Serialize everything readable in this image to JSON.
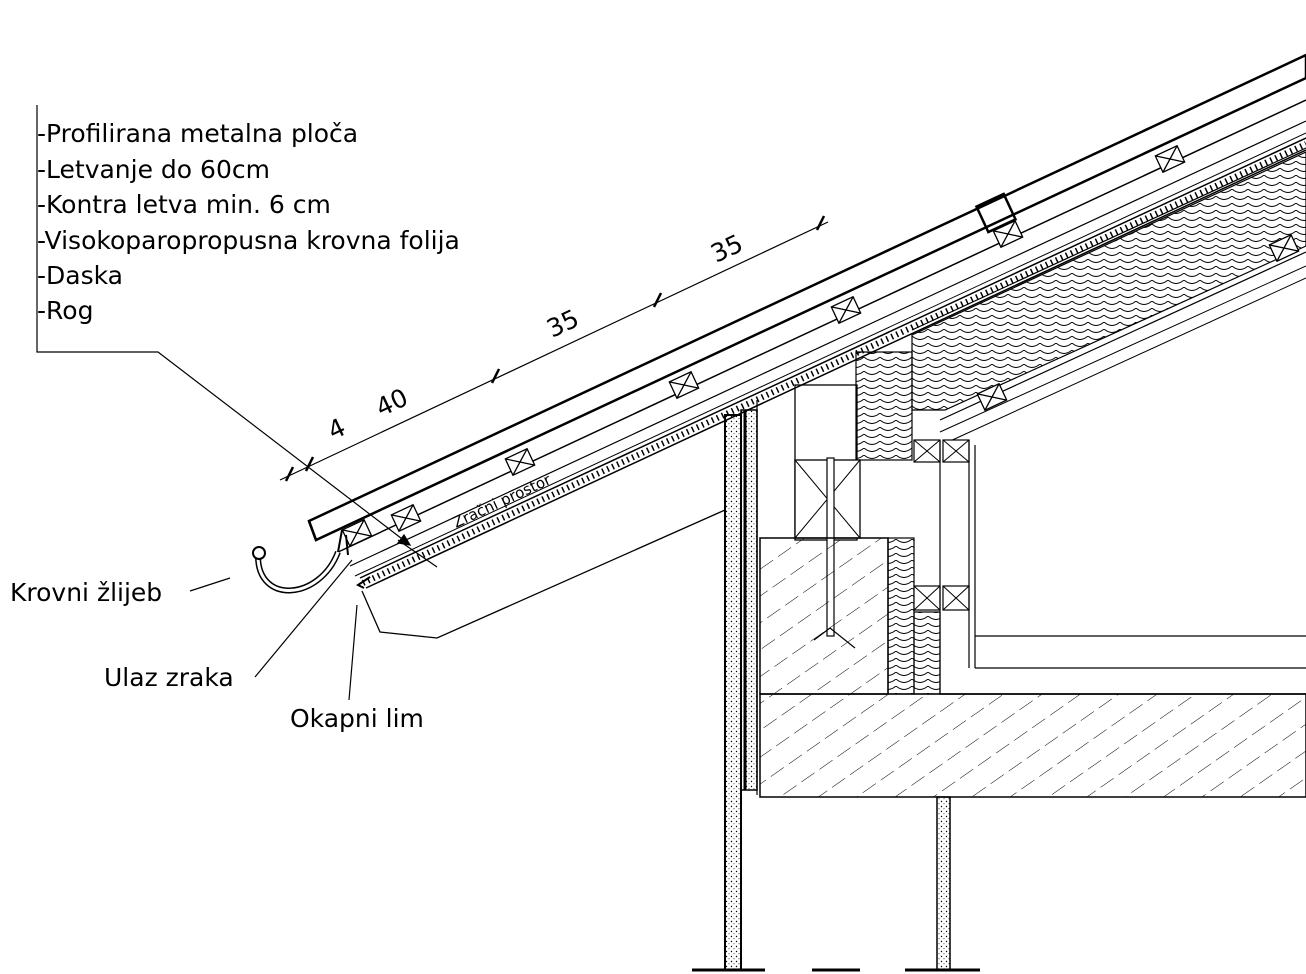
{
  "layers": [
    "-Profilirana metalna ploča",
    "-Letvanje do 60cm",
    "-Kontra letva min. 6 cm",
    "-Visokoparopropusna krovna folija",
    "-Daska",
    "-Rog"
  ],
  "callouts": {
    "gutter": "Krovni žlijeb",
    "air_inlet": "Ulaz zraka",
    "drip_edge": "Okapni lim",
    "air_space": "Zračni prostor"
  },
  "dimensions": [
    "4",
    "40",
    "35",
    "35"
  ]
}
